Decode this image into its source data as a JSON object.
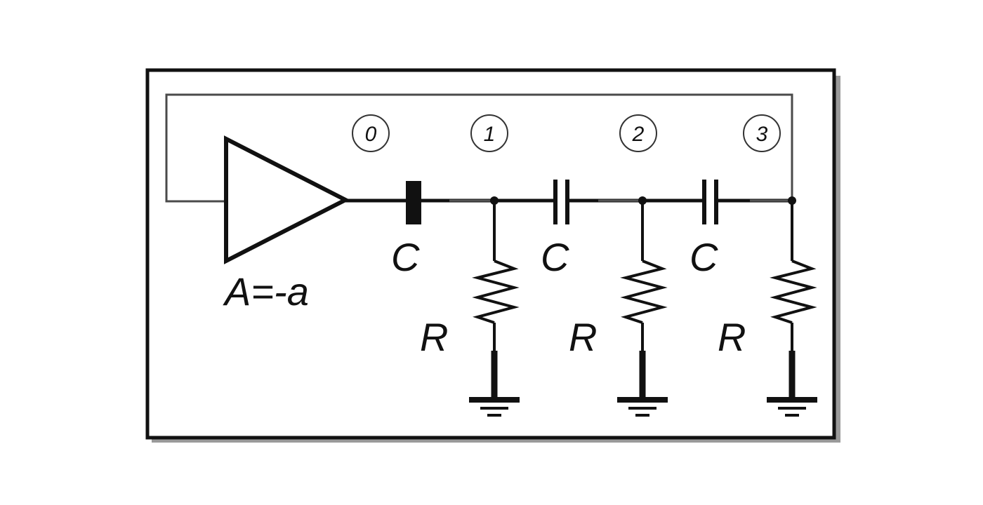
{
  "diagram": {
    "amplifier_label": "A=-a",
    "nodes": [
      "0",
      "1",
      "2",
      "3"
    ],
    "stages": [
      {
        "capacitor": "C",
        "resistor": "R"
      },
      {
        "capacitor": "C",
        "resistor": "R"
      },
      {
        "capacitor": "C",
        "resistor": "R"
      }
    ]
  },
  "colors": {
    "frame": "#111111",
    "shadow": "#9a9a9a",
    "feedback_wire": "#4a4a4a",
    "wire": "#111111"
  }
}
